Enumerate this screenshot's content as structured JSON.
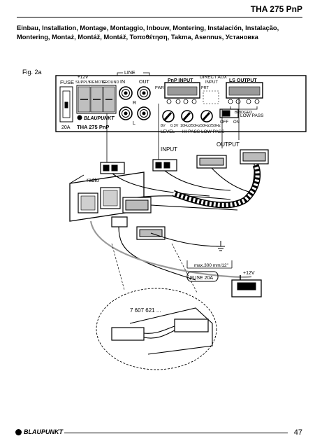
{
  "header": {
    "title": "THA 275 PnP",
    "subtitle": "Einbau, Installation, Montage, Montaggio, Inbouw, Montering, Instalación, Instalação, Montering, Montaż, Montáž, Montáž, Τοποθέτηση, Takma, Asennus, Установка"
  },
  "figure": {
    "label": "Fig. 2a",
    "amp": {
      "fuse": "FUSE",
      "fuse_rating": "20A",
      "power": [
        "+12V",
        "SUPPLY",
        "REMOTE",
        "GROUND"
      ],
      "line": "LINE",
      "line_in": "IN",
      "line_out": "OUT",
      "r": "R",
      "l": "L",
      "pwr": "PWR",
      "prt": "PRT",
      "pnp_input": "PnP INPUT",
      "direct_aux": "DIRECT AUX",
      "direct_aux_input": "INPUT",
      "ls_output": "LS OUTPUT",
      "bridged": "BRIDGED",
      "low_pass": "LOW PASS",
      "off": "OFF",
      "on": "ON",
      "level": "LEVEL",
      "hi_pass": "HI PASS",
      "low_pass_knob": "LOW PASS",
      "knob_small_labels": [
        "8V",
        "0.3V",
        "10Hz",
        "250Hz",
        "50Hz",
        "250Hz"
      ],
      "brand": "BLAUPUNKT",
      "model": "THA 275 PnP"
    },
    "callouts": {
      "input": "INPUT",
      "output": "OUTPUT",
      "radio": "radio",
      "cable_length": "max.300 mm/12\"",
      "fuse": "FUSE 20A",
      "battery": "+12V",
      "part_number": "7 607 621 ..."
    }
  },
  "footer": {
    "brand": "BLAUPUNKT",
    "page": "47"
  }
}
